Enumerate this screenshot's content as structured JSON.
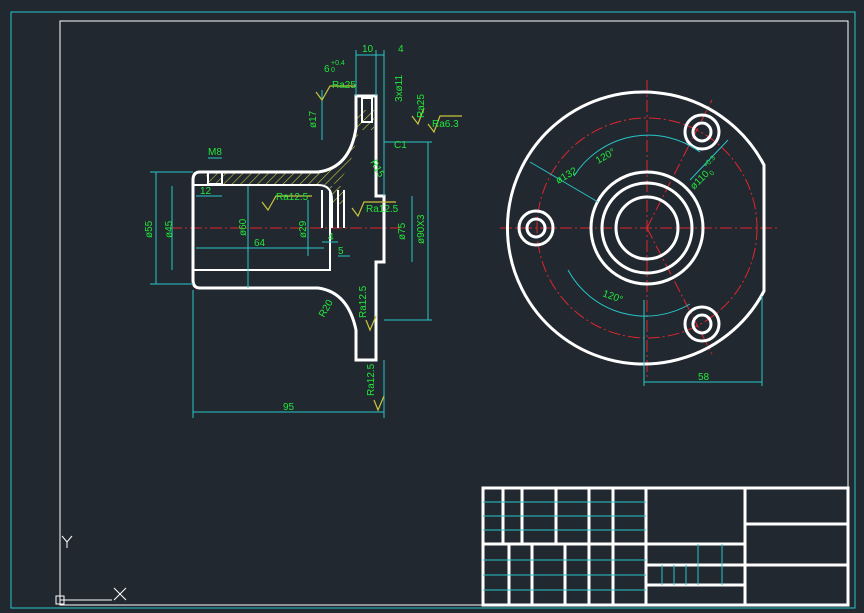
{
  "colors": {
    "background": "#212830",
    "frame": "#27c6c6",
    "outline": "#ffffff",
    "dimension": "#27c6c6",
    "dimension_text": "#22e63a",
    "centerline": "#e0262c",
    "hatch": "#c9c43a",
    "roughness_symbol": "#c9c43a"
  },
  "ucs": {
    "y_label": "Y",
    "x_label": "X",
    "icon": "ucs-axis-icon"
  },
  "section_view": {
    "dims": {
      "top_10": "10",
      "top_4": "4",
      "tol_6": "6",
      "tol_6_upper": "+0.4",
      "tol_6_lower": "0",
      "three_holes": "3xø11",
      "ra25_a": "Ra25",
      "ra25_b": "Ra25",
      "ra63": "Ra6.3",
      "phi17": "ø17",
      "c1": "C1",
      "r15": "R15",
      "m8": "M8",
      "d12": "12",
      "ra125_a": "Ra12.5",
      "ra125_b": "Ra12.5",
      "phi55": "ø55",
      "phi45": "ø45",
      "phi60": "ø60",
      "d64": "64",
      "phi29": "ø29",
      "d4": "4",
      "d5": "5",
      "phi75": "ø75",
      "phi90x3": "ø90X3",
      "r20": "R20",
      "ra125_c": "Ra12.5",
      "ra125_d": "Ra12.5",
      "d95": "95"
    }
  },
  "front_view": {
    "dims": {
      "angle_120_top": "120°",
      "phi132": "ø132",
      "phi110": "ø110",
      "phi110_upper": "+0.3",
      "phi110_lower": "0",
      "angle_120_bottom": "120°",
      "d58": "58"
    }
  },
  "title_block": {
    "text": ""
  }
}
